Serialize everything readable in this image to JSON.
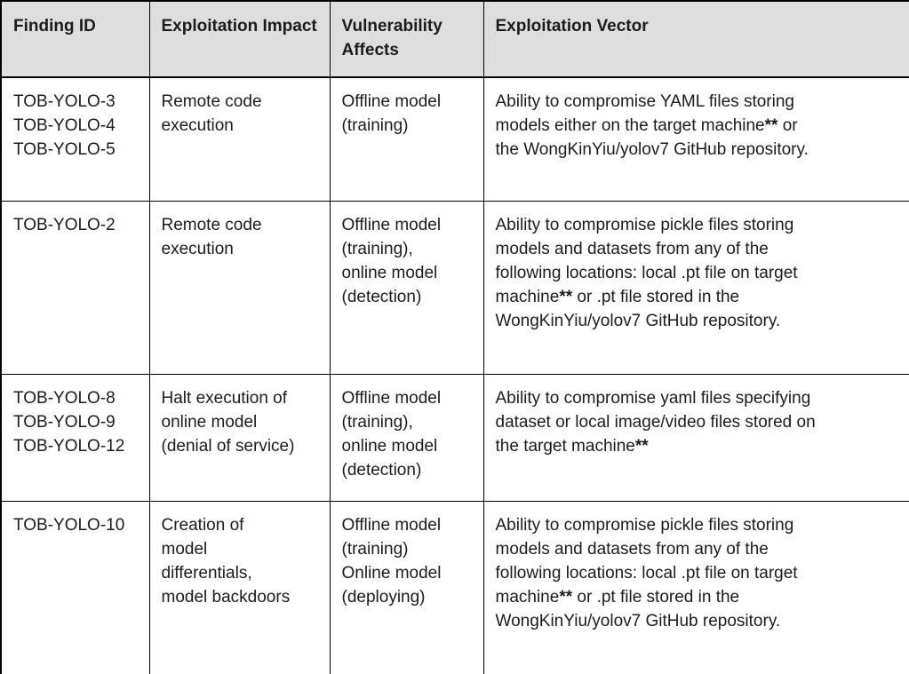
{
  "style": {
    "header_bg": "#dedede",
    "border_color": "#000000",
    "text_color": "#1c1c1c"
  },
  "table": {
    "columns": [
      {
        "label": "Finding ID"
      },
      {
        "label": "Exploitation Impact"
      },
      {
        "label": "Vulnerability Affects"
      },
      {
        "label": "Exploitation Vector"
      }
    ],
    "rows": [
      {
        "finding_ids": "TOB-YOLO-3\nTOB-YOLO-4\nTOB-YOLO-5",
        "impact": "Remote code\nexecution",
        "affects": "Offline model\n(training)",
        "vector": "Ability to compromise YAML files storing\nmodels either on the target machine** or\nthe WongKinYiu/yolov7 GitHub repository."
      },
      {
        "finding_ids": "TOB-YOLO-2",
        "impact": "Remote code\nexecution",
        "affects": "Offline model\n(training),\nonline model\n(detection)",
        "vector": "Ability to compromise pickle files storing\nmodels and datasets from any of the\nfollowing locations: local .pt file on target\nmachine** or .pt file stored in the\nWongKinYiu/yolov7 GitHub repository."
      },
      {
        "finding_ids": "TOB-YOLO-8\nTOB-YOLO-9\nTOB-YOLO-12",
        "impact": "Halt execution of\nonline model\n(denial of service)",
        "affects": "Offline model\n(training),\nonline model\n(detection)",
        "vector": "Ability to compromise yaml files specifying\ndataset or local image/video files stored on\nthe target machine**"
      },
      {
        "finding_ids": "TOB-YOLO-10",
        "impact": "Creation of\nmodel\ndifferentials,\nmodel backdoors",
        "affects": "Offline model\n(training)\nOnline model\n(deploying)",
        "vector": "Ability to compromise pickle files storing\nmodels and datasets from any of the\nfollowing locations: local .pt file on target\nmachine** or .pt file stored in the\nWongKinYiu/yolov7 GitHub repository."
      }
    ]
  }
}
